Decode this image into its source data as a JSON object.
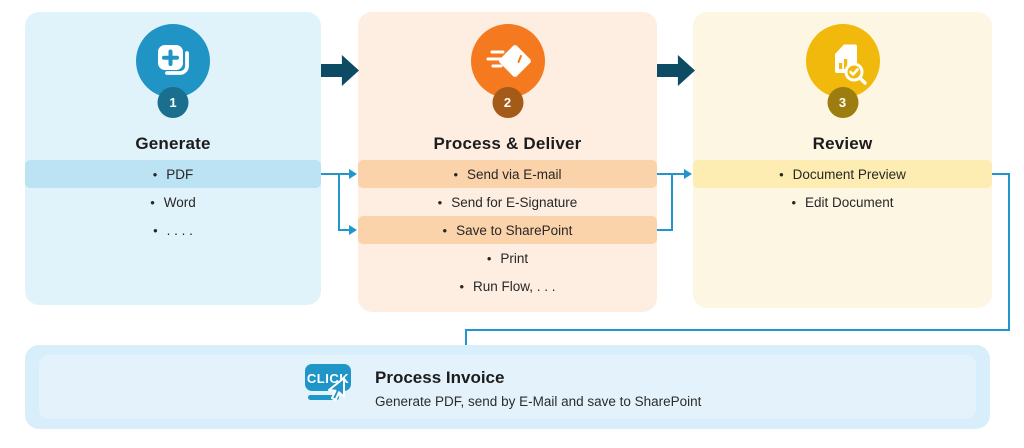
{
  "colors": {
    "panel_generate_bg": "#e1f3fa",
    "panel_generate_highlight": "#bce3f3",
    "panel_process_bg": "#fdeee1",
    "panel_process_highlight": "#fbd3aa",
    "panel_review_bg": "#fdf6e2",
    "panel_review_highlight": "#fdedb2",
    "action_bar_bg": "#d8eefa",
    "step1_accent": "#2095c5",
    "step2_accent": "#f5791e",
    "step3_accent": "#f2b90d",
    "block_arrow": "#0d4a63",
    "connector": "#2296cc"
  },
  "steps": [
    {
      "number": "1",
      "title": "Generate",
      "icon": "document-add-icon",
      "items": [
        {
          "label": "PDF",
          "highlight": true
        },
        {
          "label": "Word",
          "highlight": false
        },
        {
          "label": ". . . .",
          "highlight": false
        }
      ]
    },
    {
      "number": "2",
      "title": "Process & Deliver",
      "icon": "send-mail-icon",
      "items": [
        {
          "label": "Send via E-mail",
          "highlight": true
        },
        {
          "label": "Send for E-Signature",
          "highlight": false
        },
        {
          "label": "Save to SharePoint",
          "highlight": true
        },
        {
          "label": "Print",
          "highlight": false
        },
        {
          "label": "Run Flow, . . .",
          "highlight": false
        }
      ]
    },
    {
      "number": "3",
      "title": "Review",
      "icon": "document-review-icon",
      "items": [
        {
          "label": "Document Preview",
          "highlight": true
        },
        {
          "label": "Edit Document",
          "highlight": false
        }
      ]
    }
  ],
  "action": {
    "click_label": "CLICK",
    "title": "Process Invoice",
    "subtitle": "Generate PDF, send by E-Mail and save to SharePoint"
  }
}
